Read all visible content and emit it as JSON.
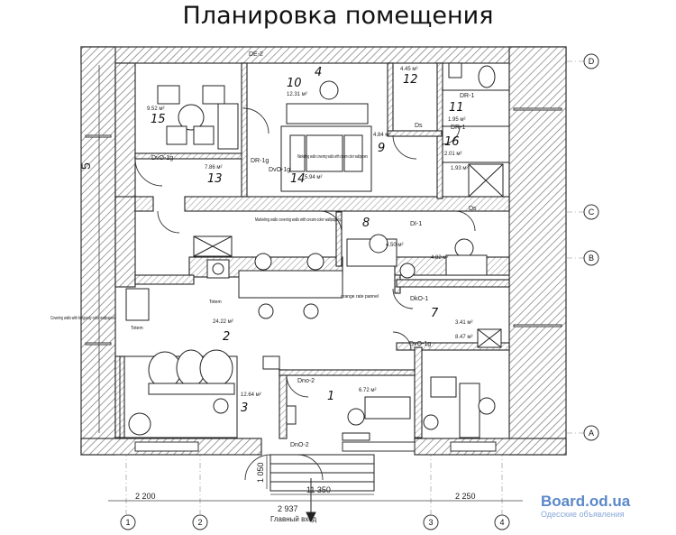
{
  "title": "Планировка помещения",
  "rooms": [
    {
      "num": "1",
      "area": "6.72 м²"
    },
    {
      "num": "2",
      "area": "24.22 м²"
    },
    {
      "num": "3",
      "area": "12.64 м²"
    },
    {
      "num": "4",
      "area": ""
    },
    {
      "num": "7",
      "area": "3.41 м²"
    },
    {
      "num": "8",
      "area": "4.50 м²"
    },
    {
      "num": "9",
      "area": "4.84 м²"
    },
    {
      "num": "10",
      "area": "12.31 м²"
    },
    {
      "num": "11",
      "area": "1.95 м²"
    },
    {
      "num": "12",
      "area": "4.45 м²"
    },
    {
      "num": "13",
      "area": "7.86 м²"
    },
    {
      "num": "14",
      "area": "5.94 м²"
    },
    {
      "num": "15",
      "area": "9.52 м²"
    },
    {
      "num": "16",
      "area": "2.01 м²"
    }
  ],
  "extra_areas": [
    "1.93 м²",
    "4.82 м²",
    "8.47 м²"
  ],
  "door_tags": [
    "DE-2",
    "DR-1g",
    "DvO-1g",
    "DvO-1g",
    "DR-1",
    "DR-1",
    "Ds",
    "Ds",
    "DI-1",
    "DkO-1",
    "DvO-1g",
    "Dno-2",
    "DnO-2"
  ],
  "notes": {
    "marketing_1": "Marketing walls covering walls with cream color wallpapers",
    "marketing_2": "Marketing walls covering walls with cream color wallpapers",
    "covering": "Covering walls with burgundy color wallpapers",
    "totem_1": "Totem",
    "totem_2": "Totem",
    "orange_panel": "orange rate pannel",
    "side_dim": "5",
    "entrance": "Главный вход"
  },
  "dims": {
    "left": "2 200",
    "middle": "2 937",
    "right": "2 250",
    "total": "11 350",
    "porch": "1 050"
  },
  "axes": {
    "bottom": [
      "1",
      "2",
      "3",
      "4"
    ],
    "right": [
      "D",
      "C",
      "B",
      "A"
    ]
  },
  "watermark": {
    "site": "Board.od.ua",
    "tagline": "Одесские объявления"
  }
}
